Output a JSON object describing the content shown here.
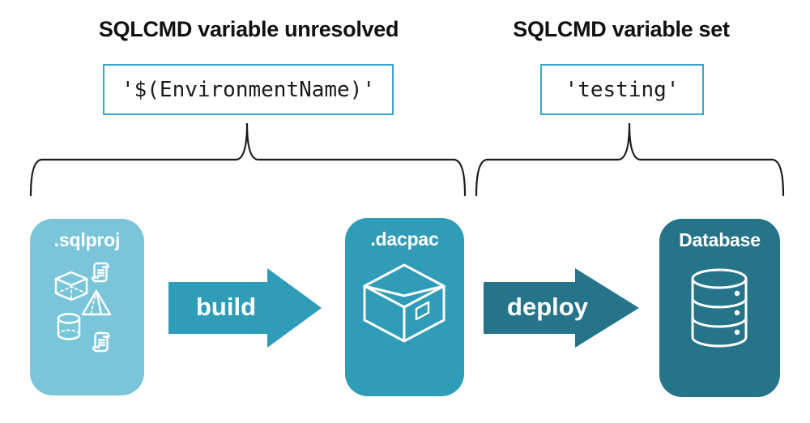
{
  "diagram": {
    "unresolved": {
      "title": "SQLCMD variable unresolved",
      "value": "'$(EnvironmentName)'"
    },
    "set": {
      "title": "SQLCMD variable set",
      "value": "'testing'"
    },
    "source_label": ".sqlproj",
    "build_label": "build",
    "artifact_label": ".dacpac",
    "deploy_label": "deploy",
    "target_label": "Database"
  },
  "icons": {
    "source_card_icons": [
      "cube-icon",
      "scroll-icon",
      "pyramid-icon",
      "cylinder-icon",
      "scroll-icon"
    ],
    "artifact_card_icon": "package-icon",
    "target_card_icon": "database-cylinder-icon"
  },
  "colors": {
    "background": "#FFFFFF",
    "light_teal": "#7AC5D9",
    "mid_teal": "#2F9CB8",
    "dark_teal": "#26748A",
    "code_border": "#3BA6C6",
    "title_text": "#111111",
    "brace_stroke": "#1A1A1A",
    "icon_stroke": "#FFFFFF"
  }
}
